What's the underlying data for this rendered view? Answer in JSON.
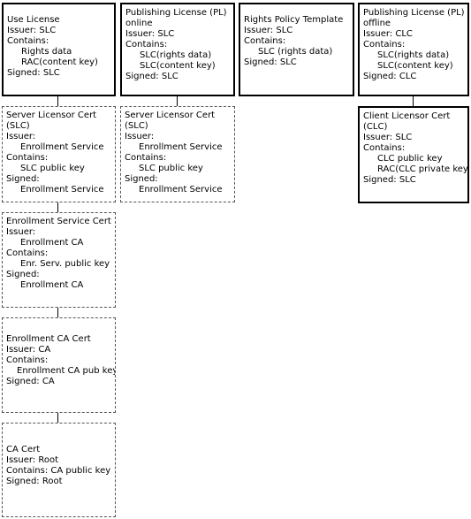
{
  "boxes": {
    "use_license": {
      "title": "Use License",
      "issuer": "Issuer: SLC",
      "contains": "Contains:",
      "item1": "Rights data",
      "item2": "RAC(content key)",
      "signed": "Signed: SLC"
    },
    "pl_online": {
      "title1": "Publishing License (PL)",
      "title2": "online",
      "issuer": "Issuer: SLC",
      "contains": "Contains:",
      "item1": "SLC(rights data)",
      "item2": "SLC(content key)",
      "signed": "Signed: SLC"
    },
    "rights_policy": {
      "title": "Rights Policy Template",
      "issuer": "Issuer: SLC",
      "contains": "Contains:",
      "item1": "SLC (rights data)",
      "signed": "Signed: SLC"
    },
    "pl_offline": {
      "title1": "Publishing License (PL)",
      "title2": "offline",
      "issuer": "Issuer: CLC",
      "contains": "Contains:",
      "item1": "SLC(rights data)",
      "item2": "SLC(content key)",
      "signed": "Signed: CLC"
    },
    "slc_left": {
      "title1": "Server Licensor Cert",
      "title2": "(SLC)",
      "issuer": "Issuer:",
      "issuer_val": "Enrollment Service",
      "contains": "Contains:",
      "item1": "SLC public key",
      "signed": "Signed:",
      "signed_val": "Enrollment Service"
    },
    "slc_mid": {
      "title1": "Server Licensor Cert",
      "title2": "(SLC)",
      "issuer": "Issuer:",
      "issuer_val": "Enrollment Service",
      "contains": "Contains:",
      "item1": "SLC public key",
      "signed": "Signed:",
      "signed_val": "Enrollment Service"
    },
    "clc": {
      "title1": "Client Licensor Cert",
      "title2": "(CLC)",
      "issuer": "Issuer: SLC",
      "contains": "Contains:",
      "item1": "CLC public key",
      "item2": "RAC(CLC private key)",
      "signed": "Signed: SLC"
    },
    "enroll_service": {
      "title": "Enrollment Service Cert",
      "issuer": "Issuer:",
      "issuer_val": "Enrollment CA",
      "contains": "Contains:",
      "item1": "Enr. Serv. public key",
      "signed": "Signed:",
      "signed_val": "Enrollment CA"
    },
    "enroll_ca": {
      "title": "Enrollment CA Cert",
      "issuer": "Issuer: CA",
      "contains": "Contains:",
      "item1": "Enrollment CA pub key",
      "signed": "Signed: CA"
    },
    "ca": {
      "title": "CA Cert",
      "issuer": "Issuer: Root",
      "contains": "Contains: CA public key",
      "signed": "Signed: Root"
    }
  }
}
